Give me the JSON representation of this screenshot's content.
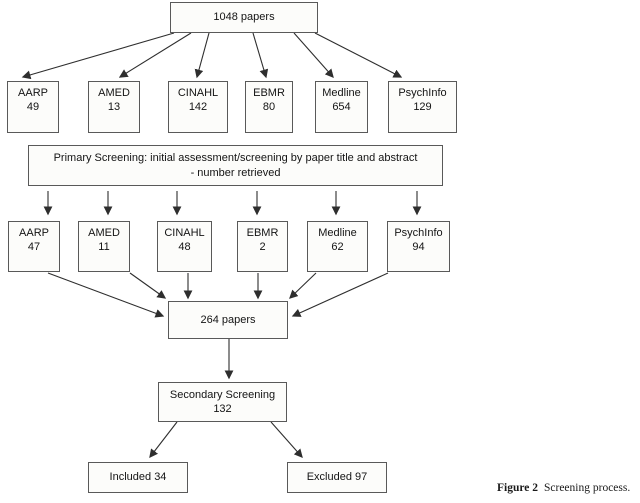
{
  "colors": {
    "box_border": "#595959",
    "box_fill": "#fcfcfa",
    "line": "#2e2e2e",
    "text": "#141414"
  },
  "top_box": {
    "label": "1048 papers"
  },
  "row1": [
    {
      "name": "AARP",
      "count": "49"
    },
    {
      "name": "AMED",
      "count": "13"
    },
    {
      "name": "CINAHL",
      "count": "142"
    },
    {
      "name": "EBMR",
      "count": "80"
    },
    {
      "name": "Medline",
      "count": "654"
    },
    {
      "name": "PsychInfo",
      "count": "129"
    }
  ],
  "primary_screening": {
    "line1": "Primary Screening: initial assessment/screening by paper title and abstract",
    "line2": "- number retrieved"
  },
  "row2": [
    {
      "name": "AARP",
      "count": "47"
    },
    {
      "name": "AMED",
      "count": "11"
    },
    {
      "name": "CINAHL",
      "count": "48"
    },
    {
      "name": "EBMR",
      "count": "2"
    },
    {
      "name": "Medline",
      "count": "62"
    },
    {
      "name": "PsychInfo",
      "count": "94"
    }
  ],
  "merge_box": {
    "label": "264 papers"
  },
  "secondary_screening": {
    "line1": "Secondary Screening",
    "line2": "132"
  },
  "outcomes": {
    "included": "Included 34",
    "excluded": "Excluded 97"
  },
  "caption": {
    "label": "Figure 2",
    "text": "Screening process."
  }
}
